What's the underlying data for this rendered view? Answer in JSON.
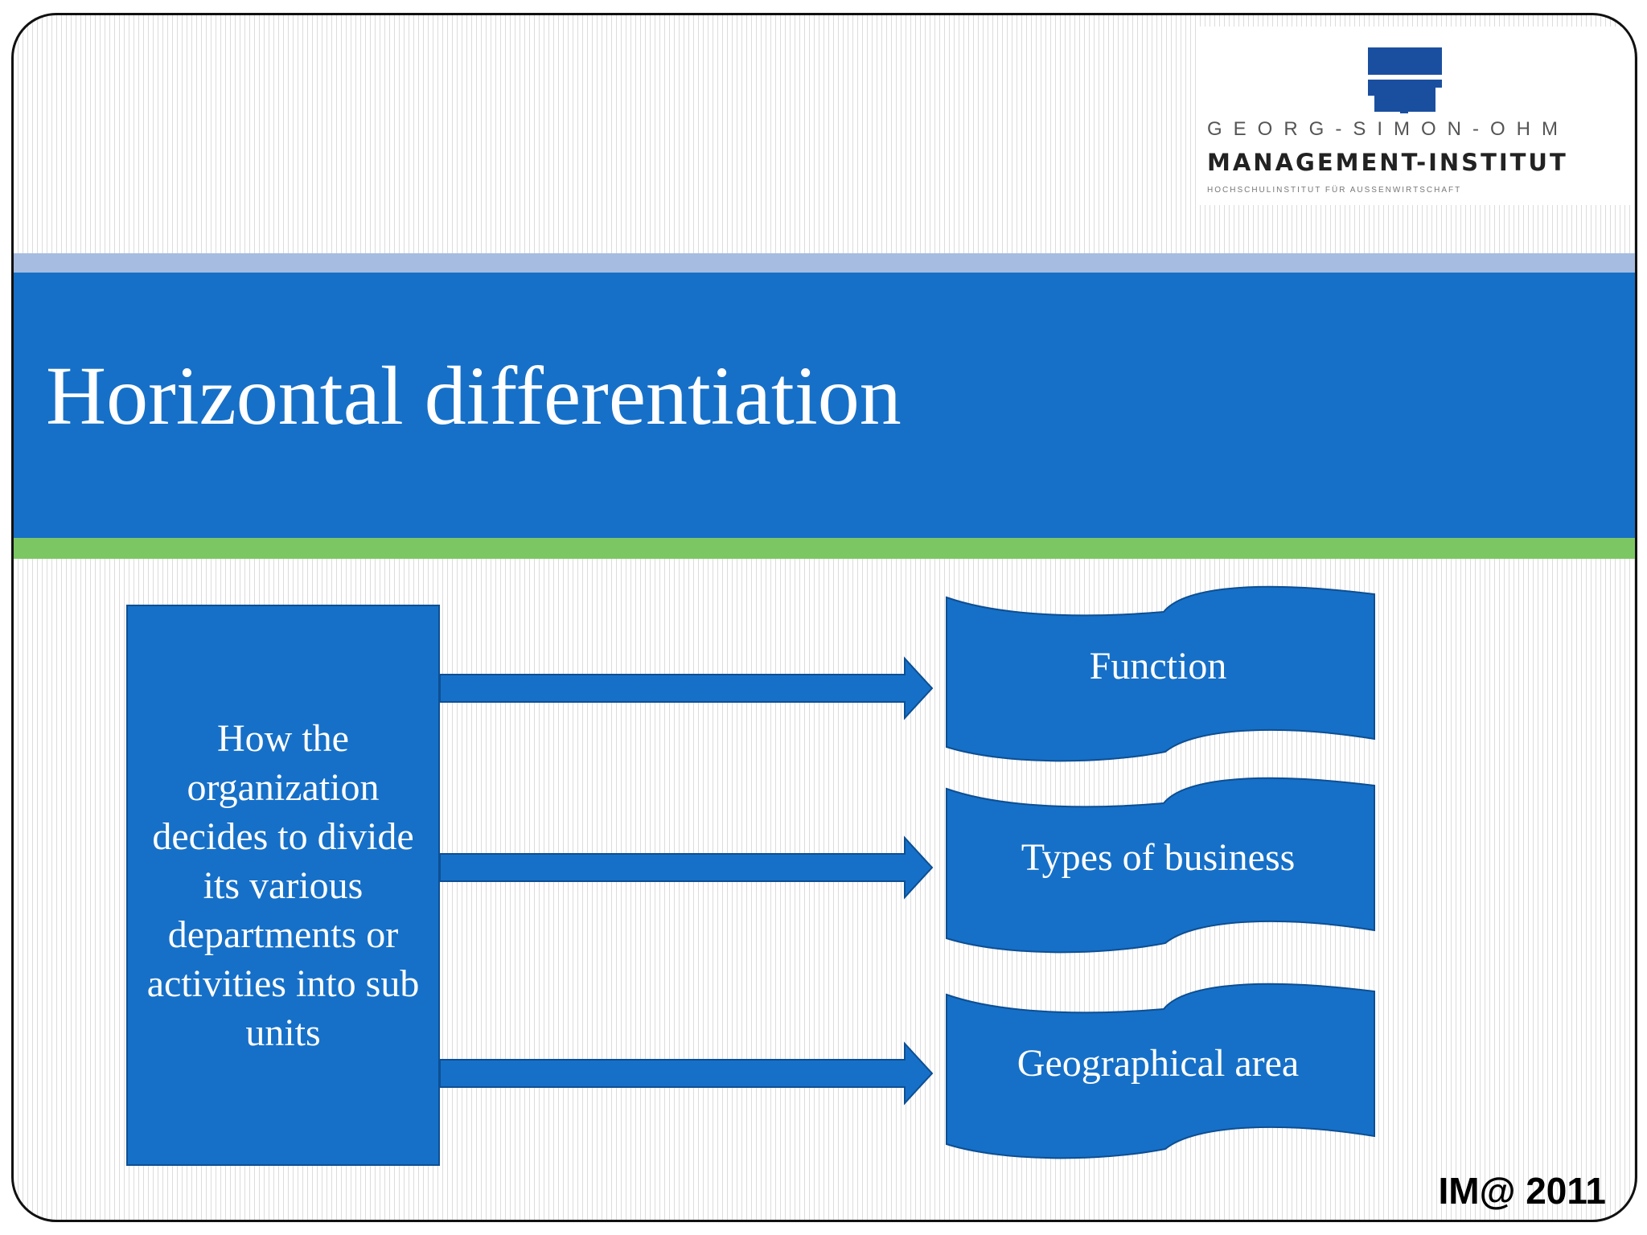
{
  "slide": {
    "title": "Horizontal differentiation",
    "footer": "IM@ 2011"
  },
  "logo": {
    "line1": "GEORG-SIMON-OHM",
    "line2": "MANAGEMENT-INSTITUT",
    "line3": "HOCHSCHULINSTITUT FÜR AUSSENWIRTSCHAFT"
  },
  "diagram": {
    "source_text": "How the organization decides to divide its various departments or activities into sub units",
    "targets": [
      "Function",
      "Types of business",
      "Geographical area"
    ]
  },
  "colors": {
    "primary_blue": "#1670c8",
    "light_band": "#a6bce0",
    "green_band": "#7cc763",
    "logo_blue": "#1a4fa0"
  }
}
